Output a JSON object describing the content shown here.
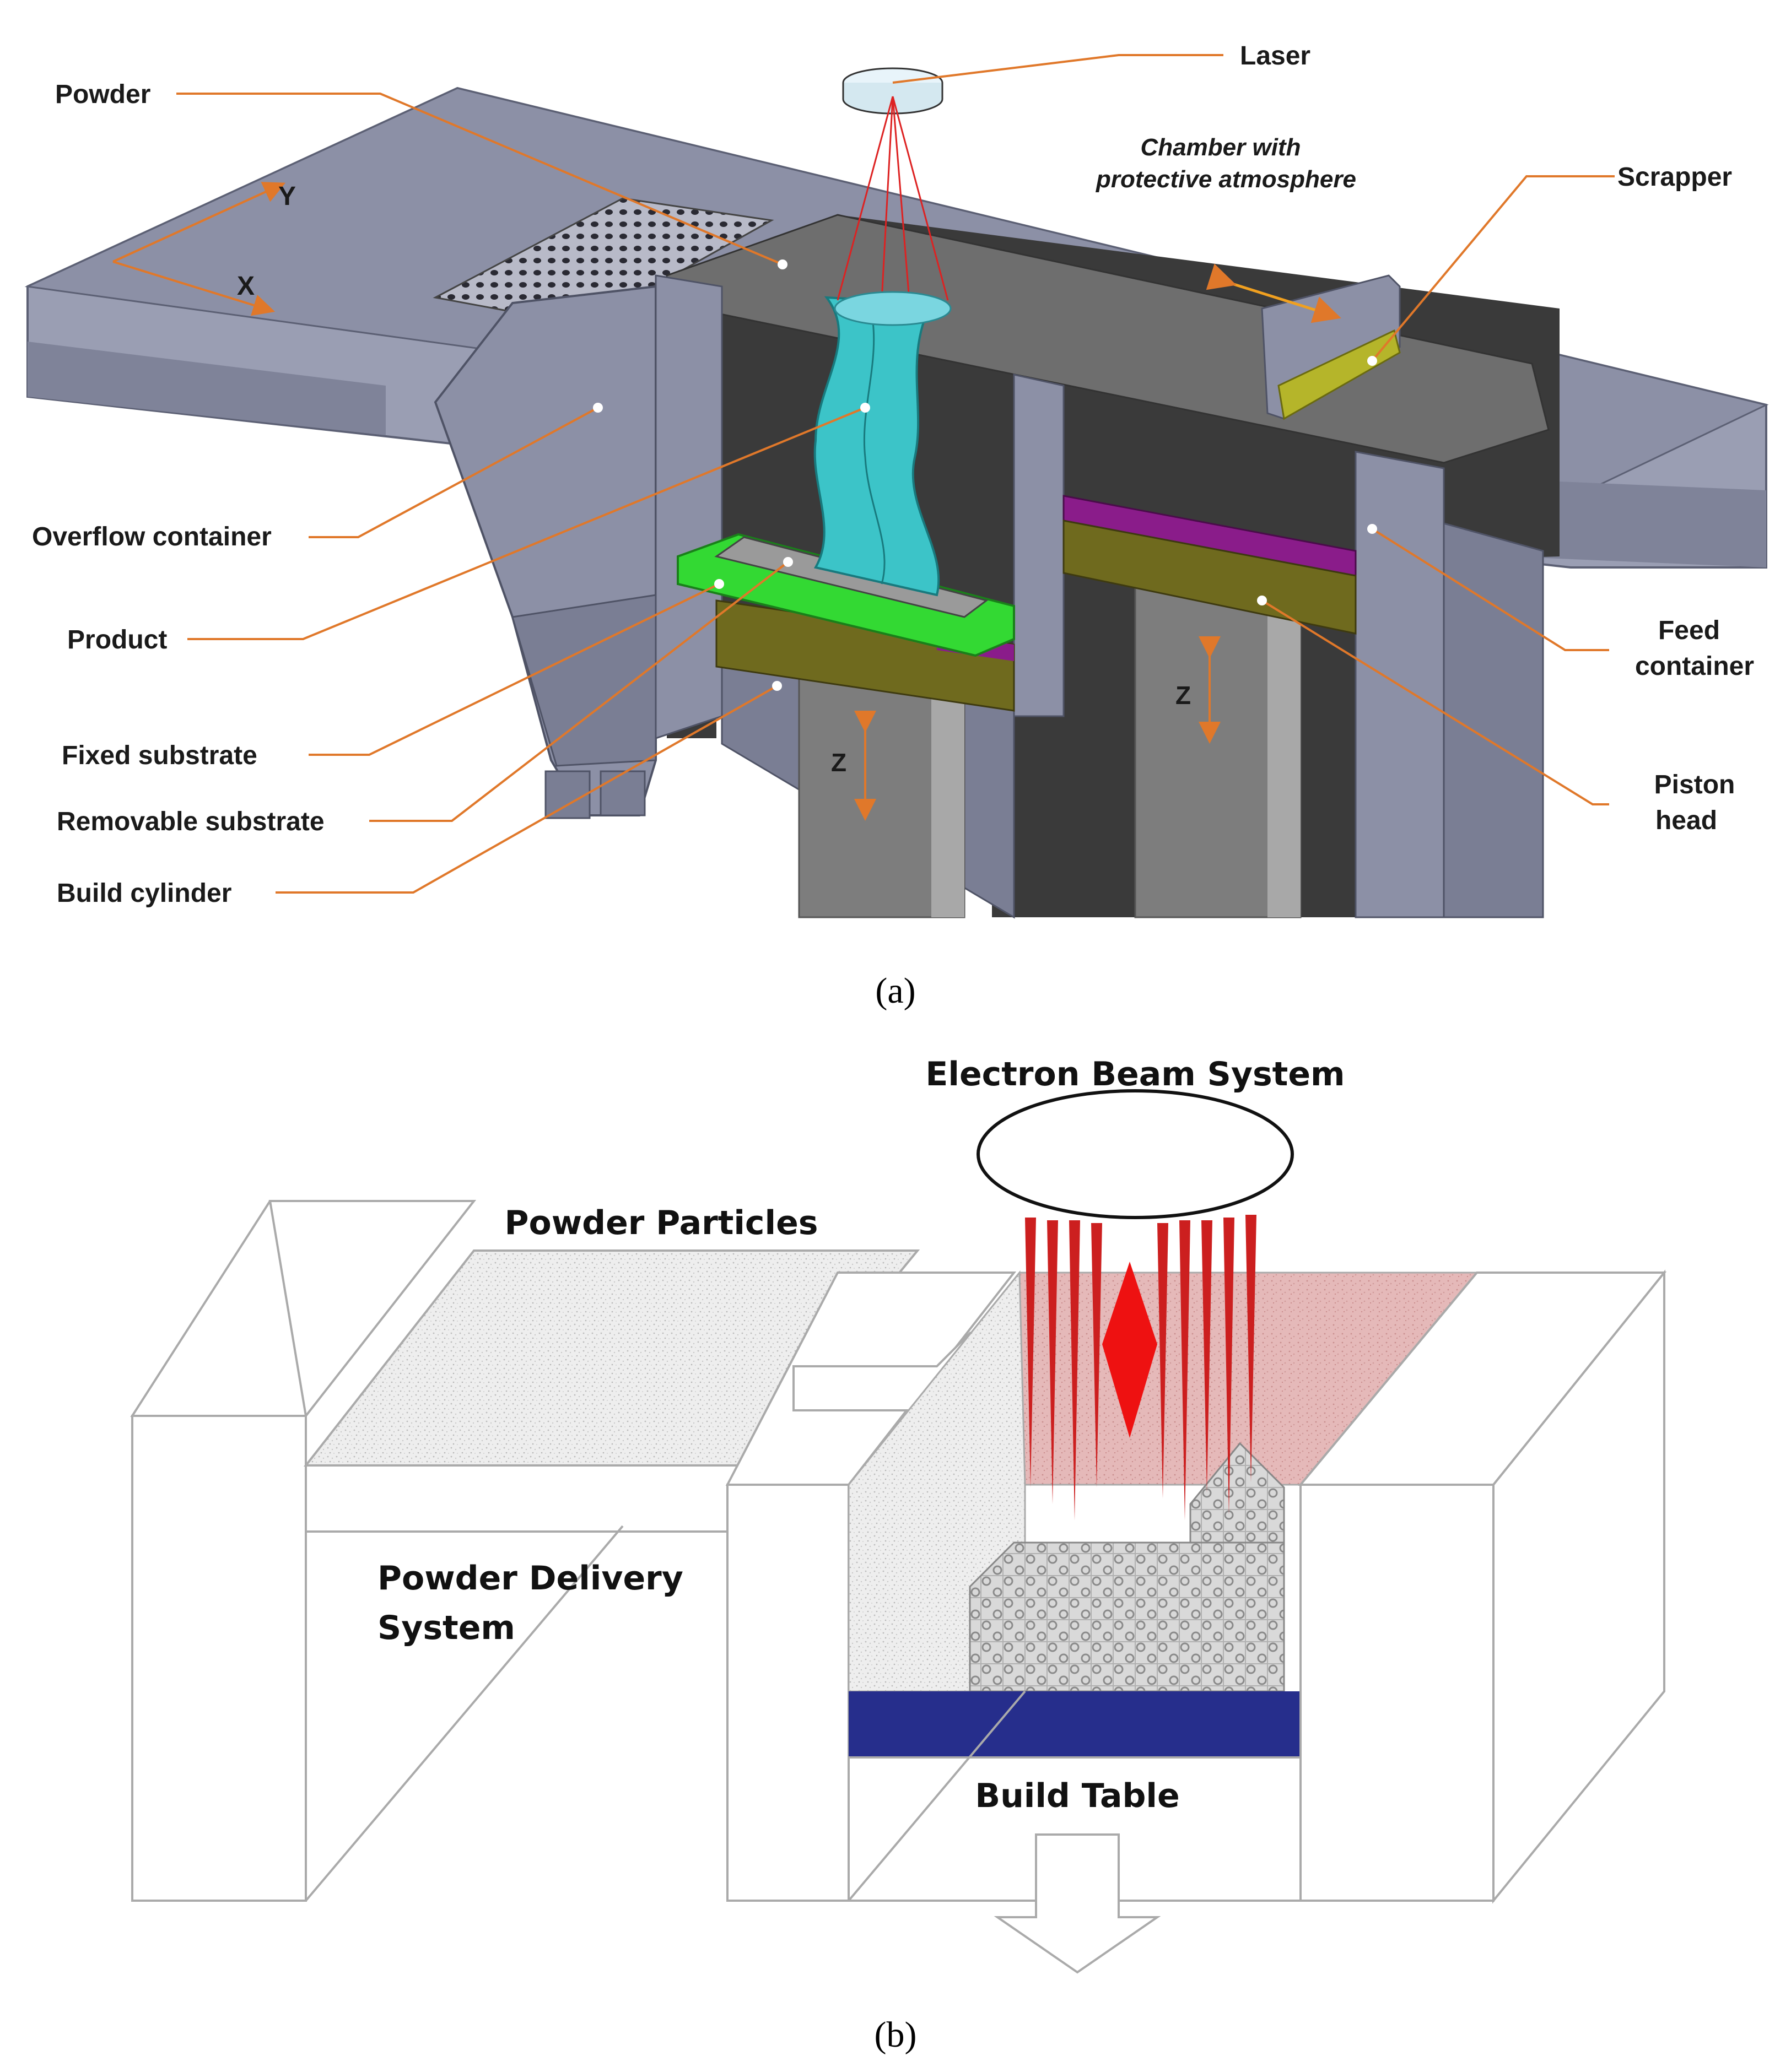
{
  "panel_a": {
    "caption": "(a)",
    "labels": {
      "laser": "Laser",
      "powder": "Powder",
      "chamber_line1": "Chamber with",
      "chamber_line2": "protective atmosphere",
      "scrapper": "Scrapper",
      "axis_y": "Y",
      "axis_x": "X",
      "overflow_container": "Overflow container",
      "product": "Product",
      "fixed_substrate": "Fixed substrate",
      "removable_substrate": "Removable substrate",
      "build_cylinder": "Build cylinder",
      "feed_container_line1": "Feed",
      "feed_container_line2": "container",
      "piston_head_line1": "Piston",
      "piston_head_line2": "head",
      "z_left": "Z",
      "z_right": "Z"
    },
    "colors": {
      "machine_body": "#8f93a8",
      "chamber": "#3a3a3a",
      "product": "#3cc4c8",
      "fixed_substrate": "#33d933",
      "piston_plate": "#6f6a1e",
      "piston_top": "#8a1c8a",
      "scrapper_blade": "#b5b52a",
      "leader_line": "#e0782a",
      "laser_beam": "#dd2222"
    }
  },
  "panel_b": {
    "caption": "(b)",
    "labels": {
      "electron_beam_system": "Electron Beam System",
      "powder_particles": "Powder Particles",
      "powder_delivery_line1": "Powder Delivery",
      "powder_delivery_line2": "System",
      "build_table": "Build Table"
    },
    "colors": {
      "build_table": "#262e8c",
      "beam": "#cc1f1f",
      "melt_zone": "#d9a0a0",
      "outline": "#aaaaaa"
    }
  }
}
